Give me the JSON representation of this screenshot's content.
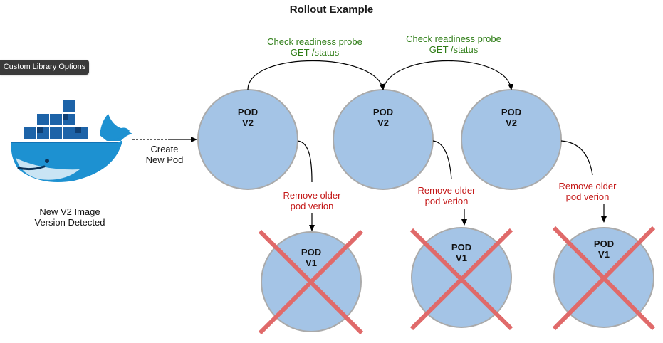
{
  "title": "Rollout Example",
  "custom_library_button": "Custom Library Options",
  "docker": {
    "caption_line1": "New V2 Image",
    "caption_line2": "Version Detected"
  },
  "create_label": {
    "line1": "Create",
    "line2": "New Pod"
  },
  "check_labels": [
    {
      "line1": "Check readiness probe",
      "line2": "GET  /status"
    },
    {
      "line1": "Check readiness probe",
      "line2": "GET  /status"
    }
  ],
  "remove_labels": [
    {
      "line1": "Remove older",
      "line2": "pod verion"
    },
    {
      "line1": "Remove older",
      "line2": "pod verion"
    },
    {
      "line1": "Remove older",
      "line2": "pod verion"
    }
  ],
  "v2_pods": [
    {
      "line1": "POD",
      "line2": "V2"
    },
    {
      "line1": "POD",
      "line2": "V2"
    },
    {
      "line1": "POD",
      "line2": "V2"
    }
  ],
  "v1_pods": [
    {
      "line1": "POD",
      "line2": "V1"
    },
    {
      "line1": "POD",
      "line2": "V1"
    },
    {
      "line1": "POD",
      "line2": "V1"
    }
  ],
  "colors": {
    "pod_fill": "#a4c4e6",
    "pod_stroke": "#aaaaaa",
    "cross": "#e06a6a",
    "check_text": "#2e7d16",
    "remove_text": "#c41818",
    "docker_blue": "#1d91d1"
  },
  "icons": {
    "docker": "docker-whale-icon",
    "cross": "cross-mark-icon"
  }
}
